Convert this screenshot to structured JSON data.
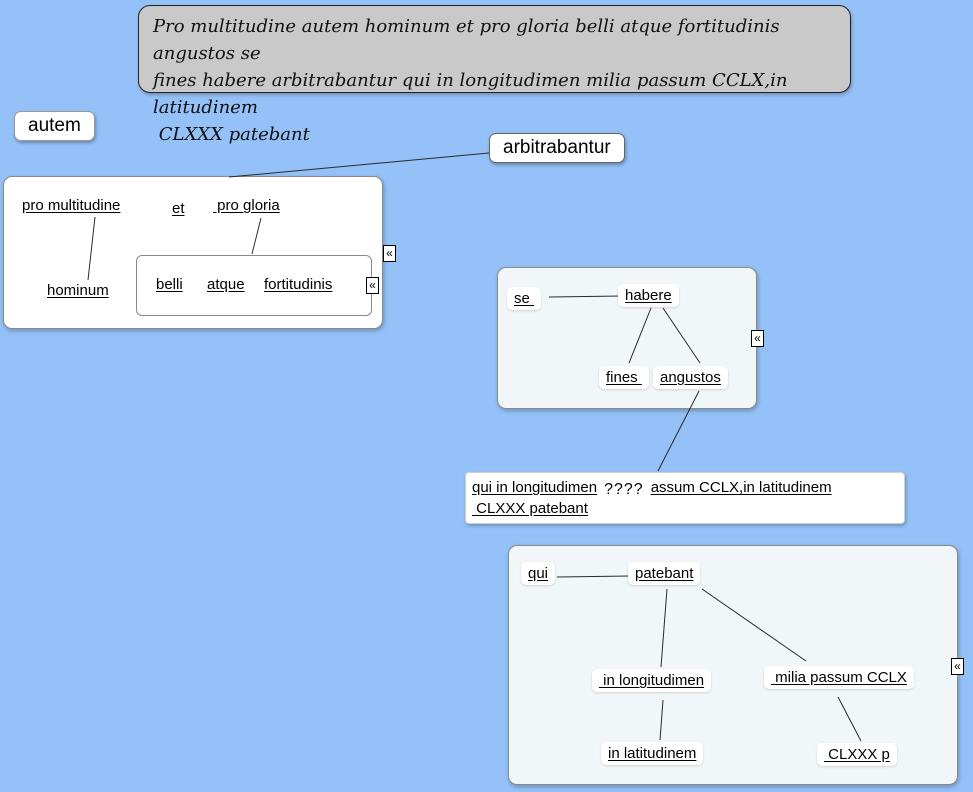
{
  "colors": {
    "background": "#94c1f7",
    "sentence_bg": "#c9c9c9",
    "panel_bg": "#f1f6f9",
    "line_color": "#2a2a2a"
  },
  "sentence_box": {
    "line1": "Pro multitudine autem hominum et pro gloria belli atque fortitudinis angustos se",
    "line2": "fines habere arbitrabantur qui in longitudimen milia passum CCLX,in latitudinem",
    "line3": " CLXXX patebant"
  },
  "floating": {
    "autem": "autem",
    "arbitrabantur": "arbitrabantur"
  },
  "left_panel": {
    "pro_multitudine": "pro multitudine",
    "et": "et",
    "pro_gloria": " pro gloria",
    "hominum": "hominum",
    "nested": {
      "belli": "belli",
      "atque": "atque",
      "fortitudinis": "fortitudinis"
    }
  },
  "middle_panel": {
    "se": "se ",
    "habere": "habere",
    "fines": "fines ",
    "angustos": "angustos"
  },
  "quiz_box": {
    "left": "qui in longitudimen",
    "blank": "????",
    "right": "assum CCLX,in latitudinem",
    "line2": " CLXXX patebant"
  },
  "bottom_panel": {
    "qui": "qui",
    "patebant": "patebant",
    "in_longitudimen": " in longitudimen",
    "milia_passum_cclx": " milia passum CCLX",
    "in_latitudinem": "in latitudinem",
    "clxxx_p": " CLXXX p"
  },
  "icons": {
    "collapse": "«"
  }
}
